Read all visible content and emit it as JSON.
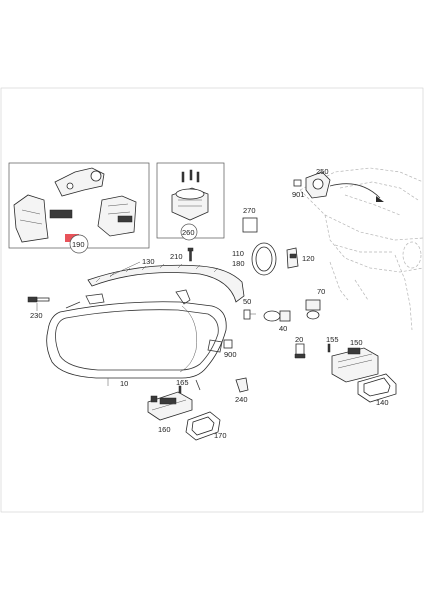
{
  "callouts": {
    "p10": "10",
    "p20": "20",
    "p40": "40",
    "p50": "50",
    "p70": "70",
    "p110": "110",
    "p120": "120",
    "p130": "130",
    "p140": "140",
    "p150": "150",
    "p155": "155",
    "p160": "160",
    "p165": "165",
    "p170": "170",
    "p180": "180",
    "p190": "190",
    "p210": "210",
    "p230": "230",
    "p240": "240",
    "p250": "250",
    "p260": "260",
    "p270": "270",
    "p900": "900",
    "p901": "901"
  },
  "colors": {
    "highlight": "#e8535a",
    "line": "#3a3a3a",
    "car_outline": "#b5b5b5"
  }
}
